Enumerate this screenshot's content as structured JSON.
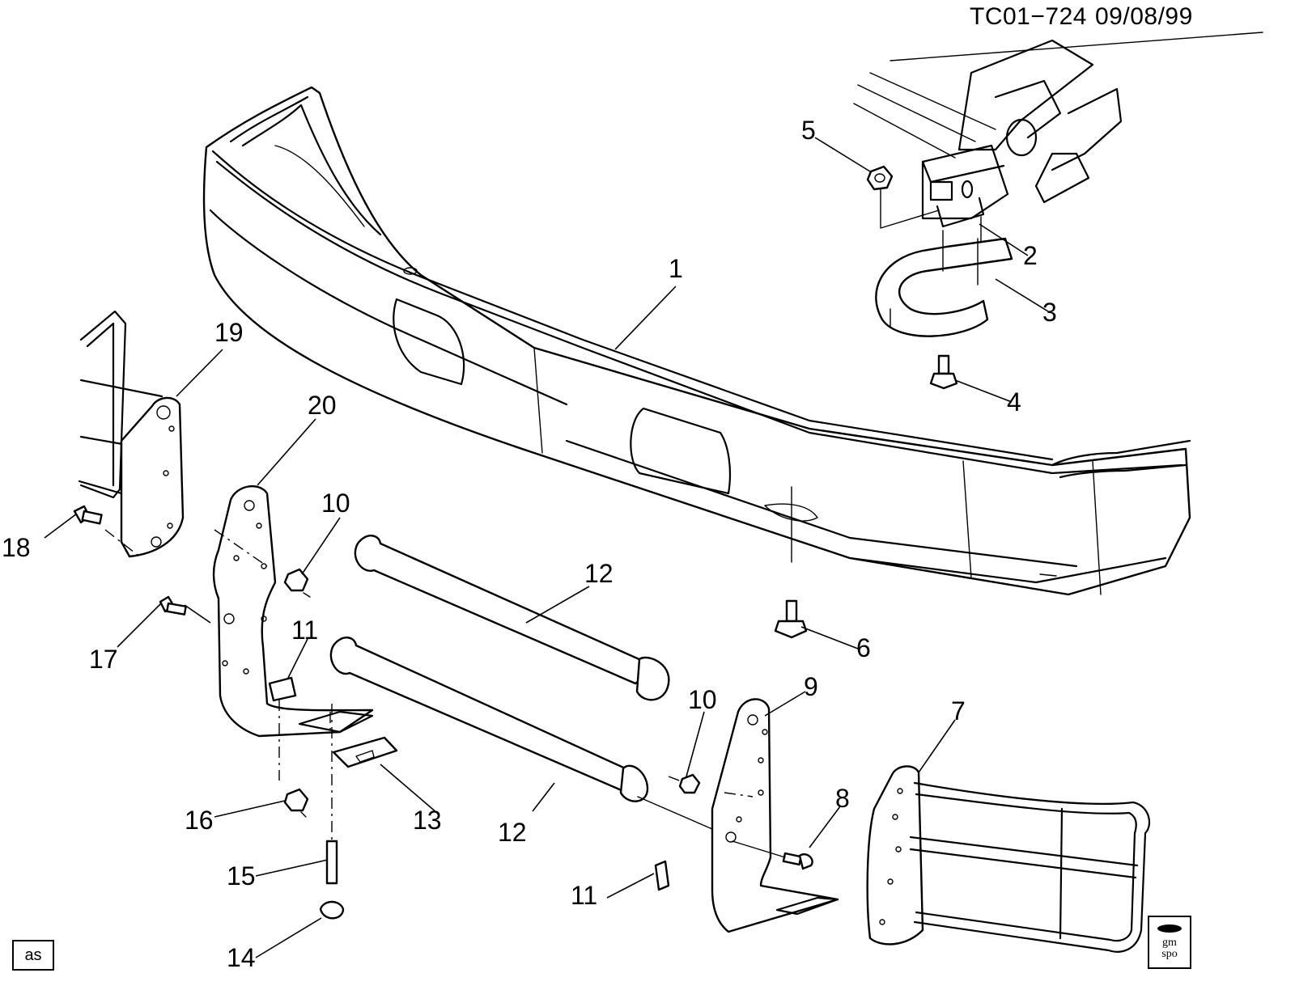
{
  "header": {
    "drawing_id": "TC01−724",
    "date": "09/08/99"
  },
  "callouts": [
    "1",
    "2",
    "3",
    "4",
    "5",
    "6",
    "7",
    "8",
    "9",
    "10",
    "10",
    "11",
    "11",
    "12",
    "12",
    "13",
    "14",
    "15",
    "16",
    "17",
    "18",
    "19",
    "20"
  ],
  "badges": {
    "artist": "as",
    "logo_top": "gm",
    "logo_bottom": "spo"
  }
}
